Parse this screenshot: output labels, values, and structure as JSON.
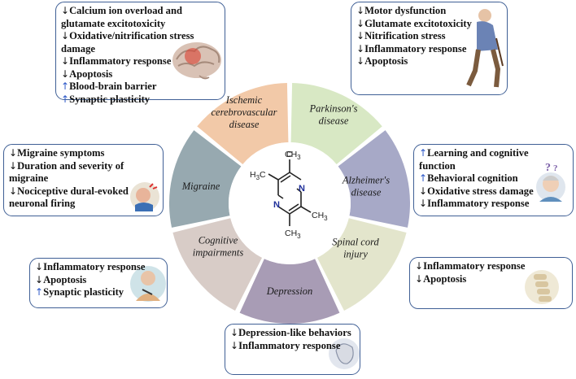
{
  "center": {
    "molecule_label": "H3C CH3 CH3 CH3 N N",
    "atoms": {
      "n_top": "N",
      "n_bottom": "N",
      "h3c": "H",
      "c3": "C",
      "ch3": "CH",
      "sub3": "3"
    }
  },
  "segments": [
    {
      "id": "ischemic",
      "lines": [
        "Ischemic",
        "cerebrovascular",
        "disease"
      ],
      "color": "#f2c9a8"
    },
    {
      "id": "parkinsons",
      "lines": [
        "Parkinson's",
        "disease"
      ],
      "color": "#d8e8c4"
    },
    {
      "id": "alzheimers",
      "lines": [
        "Alzheimer's",
        "disease"
      ],
      "color": "#a7a9c7"
    },
    {
      "id": "spinal",
      "lines": [
        "Spinal cord",
        "injury"
      ],
      "color": "#e3e5cc"
    },
    {
      "id": "depression",
      "lines": [
        "Depression"
      ],
      "color": "#a89cb5"
    },
    {
      "id": "cognitive",
      "lines": [
        "Cognitive",
        "impairments"
      ],
      "color": "#d8ccc7"
    },
    {
      "id": "migraine",
      "lines": [
        "Migraine"
      ],
      "color": "#97a9b0"
    }
  ],
  "boxes": {
    "ischemic": [
      {
        "arrow": "↓",
        "dir": "down",
        "text": "Calcium ion overload and"
      },
      {
        "arrow": "",
        "dir": "",
        "text": "glutamate excitotoxicity"
      },
      {
        "arrow": "↓",
        "dir": "down",
        "text": "Oxidative/nitrification stress"
      },
      {
        "arrow": "",
        "dir": "",
        "text": "damage"
      },
      {
        "arrow": "↓",
        "dir": "down",
        "text": "Inflammatory response"
      },
      {
        "arrow": "↓",
        "dir": "down",
        "text": "Apoptosis"
      },
      {
        "arrow": "↑",
        "dir": "up",
        "text": "Blood-brain barrier"
      },
      {
        "arrow": "↑",
        "dir": "up",
        "text": "Synaptic plasticity"
      }
    ],
    "parkinsons": [
      {
        "arrow": "↓",
        "dir": "down",
        "text": "Motor dysfunction"
      },
      {
        "arrow": "↓",
        "dir": "down",
        "text": "Glutamate excitotoxicity"
      },
      {
        "arrow": "↓",
        "dir": "down",
        "text": "Nitrification stress"
      },
      {
        "arrow": "↓",
        "dir": "down",
        "text": "Inflammatory response"
      },
      {
        "arrow": "↓",
        "dir": "down",
        "text": "Apoptosis"
      }
    ],
    "migraine": [
      {
        "arrow": "↓",
        "dir": "down",
        "text": "Migraine symptoms"
      },
      {
        "arrow": "↓",
        "dir": "down",
        "text": "Duration and severity of"
      },
      {
        "arrow": "",
        "dir": "",
        "text": "migraine"
      },
      {
        "arrow": "↓",
        "dir": "down",
        "text": "Nociceptive dural-evoked"
      },
      {
        "arrow": "",
        "dir": "",
        "text": "neuronal firing"
      }
    ],
    "alzheimers": [
      {
        "arrow": "↑",
        "dir": "up",
        "text": "Learning and cognitive"
      },
      {
        "arrow": "",
        "dir": "",
        "text": "function"
      },
      {
        "arrow": "↑",
        "dir": "up",
        "text": "Behavioral cognition"
      },
      {
        "arrow": "↓",
        "dir": "down",
        "text": "Oxidative stress damage"
      },
      {
        "arrow": "↓",
        "dir": "down",
        "text": "Inflammatory response"
      }
    ],
    "cognitive": [
      {
        "arrow": "↓",
        "dir": "down",
        "text": "Inflammatory response"
      },
      {
        "arrow": "↓",
        "dir": "down",
        "text": "Apoptosis"
      },
      {
        "arrow": "↑",
        "dir": "up",
        "text": "Synaptic plasticity"
      }
    ],
    "spinal": [
      {
        "arrow": "↓",
        "dir": "down",
        "text": "Inflammatory response"
      },
      {
        "arrow": "↓",
        "dir": "down",
        "text": "Apoptosis"
      }
    ],
    "depression": [
      {
        "arrow": "↓",
        "dir": "down",
        "text": "Depression-like behaviors"
      },
      {
        "arrow": "↓",
        "dir": "down",
        "text": "Inflammatory response"
      }
    ]
  },
  "colors": {
    "box_border": "#3f5f95",
    "arrow_up": "#2b57c8",
    "arrow_down": "#111111",
    "ring_gap": "#ffffff"
  }
}
